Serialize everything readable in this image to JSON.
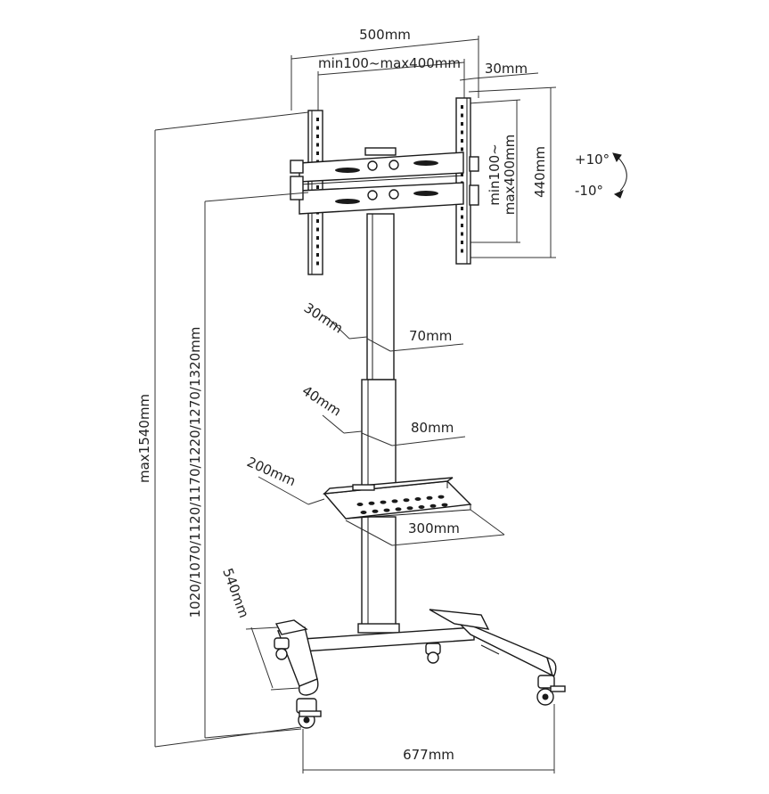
{
  "dimensions": {
    "width_overall": "500mm",
    "vesa_horizontal": "min100~max400mm",
    "bracket_depth": "30mm",
    "vesa_vertical": "min100~\nmax400mm",
    "vesa_vertical_line1": "min100~",
    "vesa_vertical_line2": "max400mm",
    "bracket_height": "440mm",
    "tilt_up": "+10°",
    "tilt_down": "-10°",
    "upper_pole_depth": "30mm",
    "upper_pole_width": "70mm",
    "lower_pole_depth": "40mm",
    "lower_pole_width": "80mm",
    "shelf_depth": "200mm",
    "shelf_width": "300mm",
    "max_height": "max1540mm",
    "adjustable_heights": "1020/1070/1120/1170/1220/1270/1320mm",
    "base_depth": "540mm",
    "base_width": "677mm"
  }
}
